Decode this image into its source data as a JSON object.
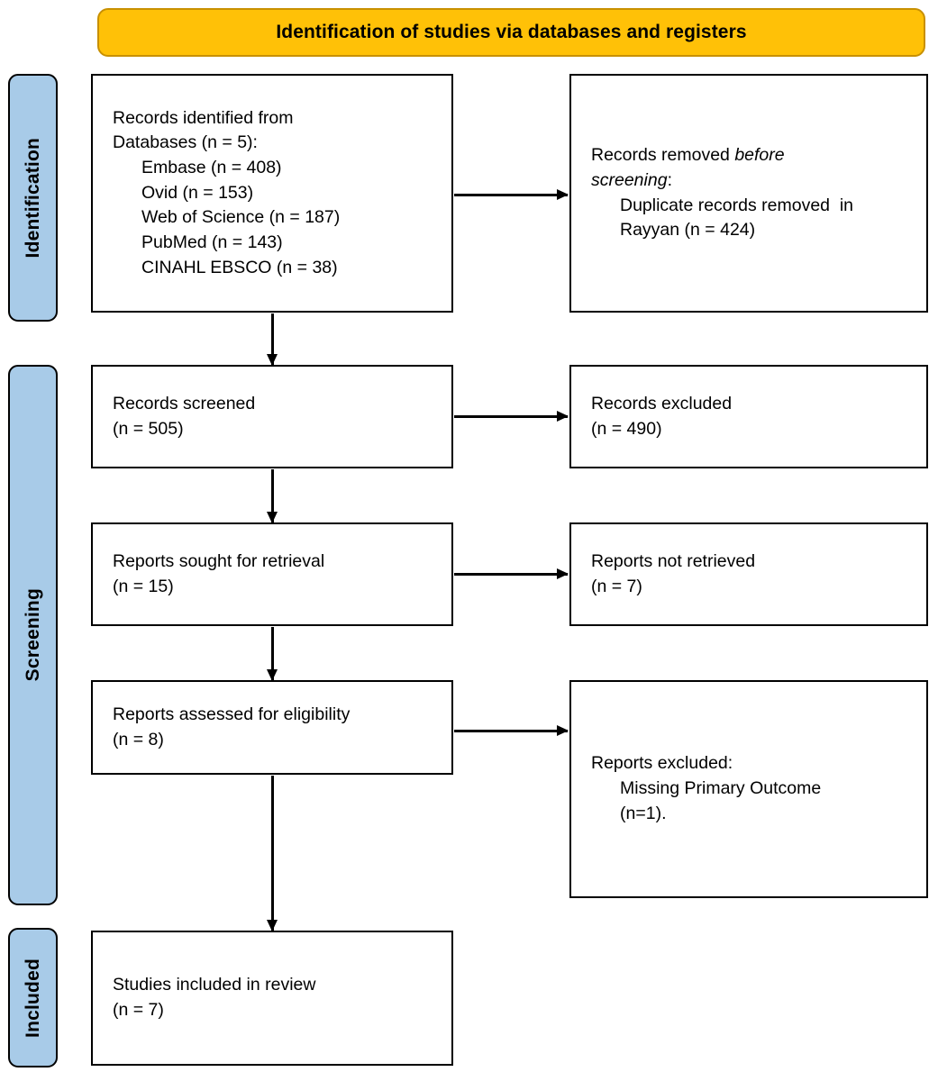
{
  "banner": {
    "title": "Identification of studies via databases and registers"
  },
  "stages": [
    {
      "id": "identification",
      "label": "Identification"
    },
    {
      "id": "screening",
      "label": "Screening"
    },
    {
      "id": "included",
      "label": "Included"
    }
  ],
  "boxes": {
    "records_identified": {
      "heading_line_1": "Records identified from",
      "heading_line_2": "Databases (n = 5):",
      "sources": [
        "Embase (n = 408)",
        "Ovid (n = 153)",
        "Web of Science (n = 187)",
        "PubMed (n = 143)",
        "CINAHL EBSCO (n = 38)"
      ]
    },
    "records_removed": {
      "line_1_prefix": "Records removed ",
      "line_1_italic": "before",
      "line_2_italic": "screening",
      "line_2_suffix": ":",
      "detail_line_1": "Duplicate records removed  in",
      "detail_line_2": "Rayyan (n = 424)"
    },
    "records_screened": {
      "label": "Records screened",
      "count": "(n = 505)"
    },
    "records_excluded": {
      "label": "Records excluded",
      "count": "(n = 490)"
    },
    "reports_sought": {
      "label": "Reports sought for retrieval",
      "count": "(n = 15)"
    },
    "reports_not_retrieved": {
      "label": "Reports not retrieved",
      "count": "(n = 7)"
    },
    "reports_assessed": {
      "label": "Reports assessed for eligibility",
      "count": "(n = 8)"
    },
    "reports_excluded": {
      "label": "Reports excluded:",
      "reason_line_1": "Missing Primary Outcome",
      "reason_line_2": "(n=1)."
    },
    "studies_included": {
      "label": "Studies included in review",
      "count": "(n = 7)"
    }
  },
  "colors": {
    "banner_fill": "#FFC107",
    "stage_fill": "#A8CBE8",
    "box_border": "#000000",
    "text": "#000000"
  }
}
